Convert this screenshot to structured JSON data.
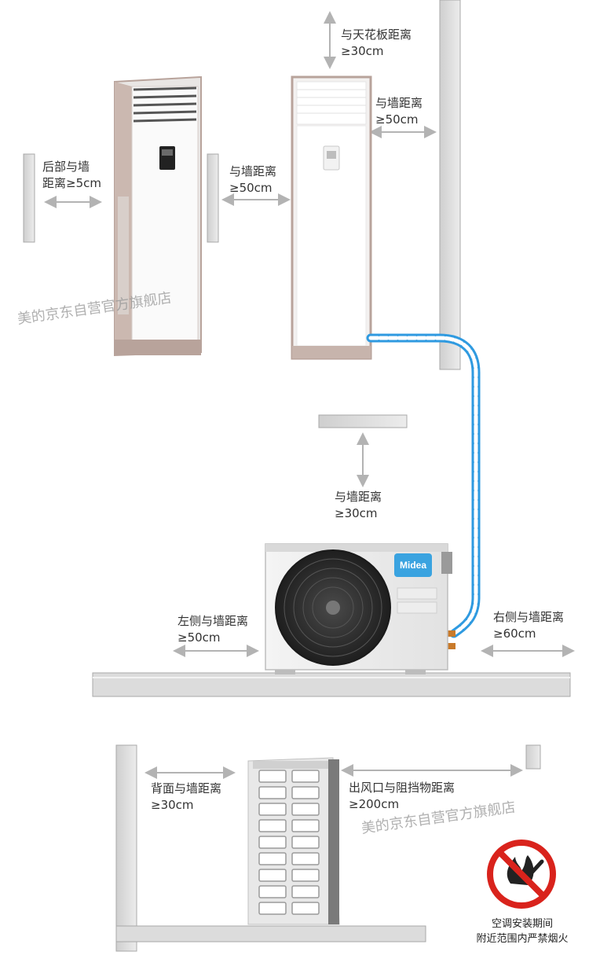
{
  "labels": {
    "ceiling": "与天花板距离\n≥30cm",
    "indoor_right_wall": "与墙距离\n≥50cm",
    "indoor_back_wall": "后部与墙\n距离≥5cm",
    "indoor_between": "与墙距离\n≥50cm",
    "outdoor_top_wall": "与墙距离\n≥30cm",
    "outdoor_left": "左侧与墙距离\n≥50cm",
    "outdoor_right": "右侧与墙距离\n≥60cm",
    "outdoor_back": "背面与墙距离\n≥30cm",
    "outdoor_outlet": "出风口与阻挡物距离\n≥200cm"
  },
  "brand": {
    "logo_text": "Midea"
  },
  "watermarks": [
    "美的京东自营官方旗舰店",
    "美的京东自营官方旗舰店"
  ],
  "warning": {
    "caption": "空调安装期间\n附近范围内严禁烟火",
    "icon": "no-fire-icon"
  },
  "colors": {
    "pipe": "#2f9ae0",
    "wall": "#d8d8d8",
    "wall_edge": "#a8a8a8",
    "arrow": "#b3b3b3",
    "unit_frame": "#b8a39b",
    "prohibition_red": "#d9231c"
  }
}
